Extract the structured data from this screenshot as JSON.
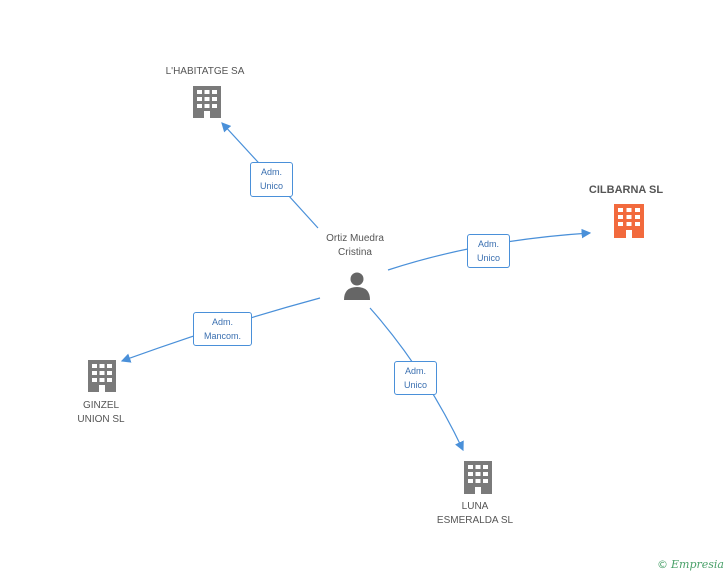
{
  "nodes": {
    "person": {
      "label": "Ortiz Muedra\nCristina",
      "icon": "person-icon"
    },
    "lhabitatge": {
      "label": "L'HABITATGE SA",
      "icon": "building-icon"
    },
    "cilbarna": {
      "label": "CILBARNA SL",
      "icon": "building-icon"
    },
    "ginzel": {
      "label": "GINZEL\nUNION SL",
      "icon": "building-icon"
    },
    "luna": {
      "label": "LUNA\nESMERALDA SL",
      "icon": "building-icon"
    }
  },
  "edges": {
    "lhabitatge": "Adm.\nUnico",
    "cilbarna": "Adm.\nUnico",
    "ginzel": "Adm.\nMancom.",
    "luna": "Adm.\nUnico"
  },
  "footer": {
    "copyright": "©",
    "brand": "Empresia"
  },
  "colors": {
    "edge": "#4a90d9",
    "building": "#7a7a7a",
    "main_building": "#f26a3d",
    "person": "#666666"
  }
}
